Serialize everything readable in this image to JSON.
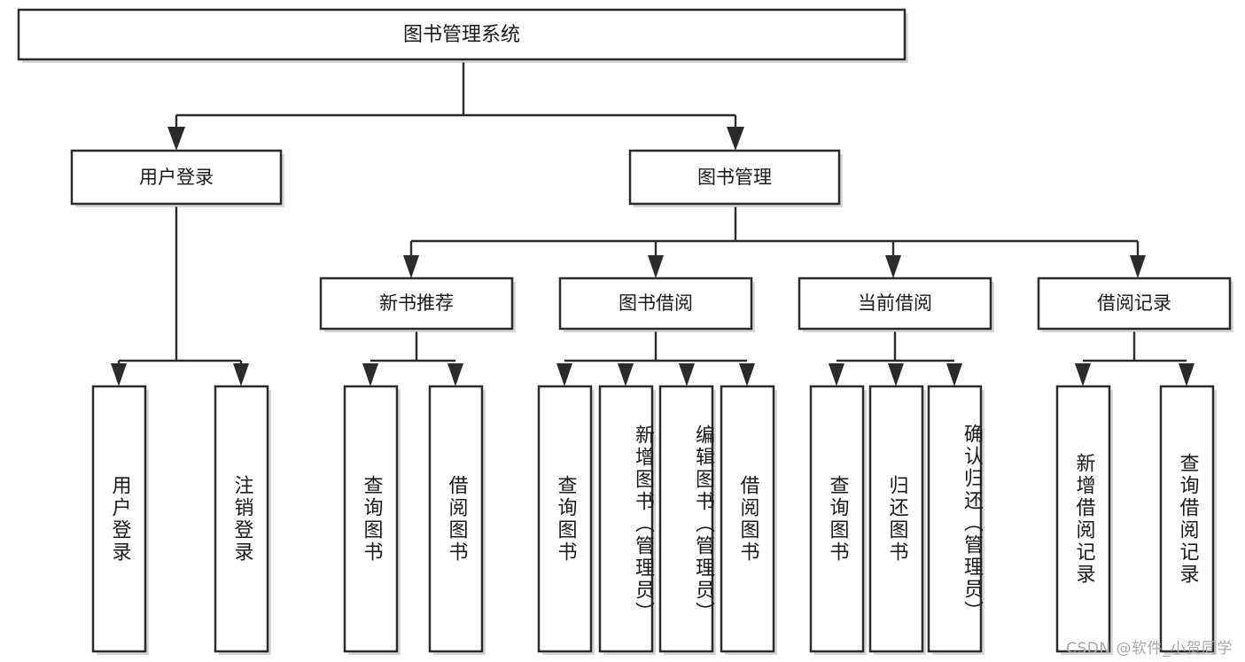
{
  "diagram": {
    "type": "tree",
    "title": "图书管理系统",
    "watermark": "CSDN @软件_小贺同学",
    "colors": {
      "box_stroke": "#2b2b2b",
      "box_fill": "#ffffff",
      "connector": "#2b2b2b",
      "text": "#1a1a1a",
      "watermark": "#a9a9a9",
      "background": "#ffffff"
    },
    "root": {
      "label": "图书管理系统"
    },
    "level2": [
      {
        "label": "用户登录"
      },
      {
        "label": "图书管理"
      }
    ],
    "level3": [
      {
        "label": "新书推荐"
      },
      {
        "label": "图书借阅"
      },
      {
        "label": "当前借阅"
      },
      {
        "label": "借阅记录"
      }
    ],
    "leaves": {
      "user_login": [
        {
          "label": "用户登录"
        },
        {
          "label": "注销登录"
        }
      ],
      "new_book_recommend": [
        {
          "label": "查询图书"
        },
        {
          "label": "借阅图书"
        }
      ],
      "book_borrow": [
        {
          "label": "查询图书"
        },
        {
          "label": "新增图书（管理员）"
        },
        {
          "label": "编辑图书（管理员）"
        },
        {
          "label": "借阅图书"
        }
      ],
      "current_borrow": [
        {
          "label": "查询图书"
        },
        {
          "label": "归还图书"
        },
        {
          "label": "确认归还（管理员）"
        }
      ],
      "borrow_record": [
        {
          "label": "新增借阅记录"
        },
        {
          "label": "查询借阅记录"
        }
      ]
    }
  }
}
